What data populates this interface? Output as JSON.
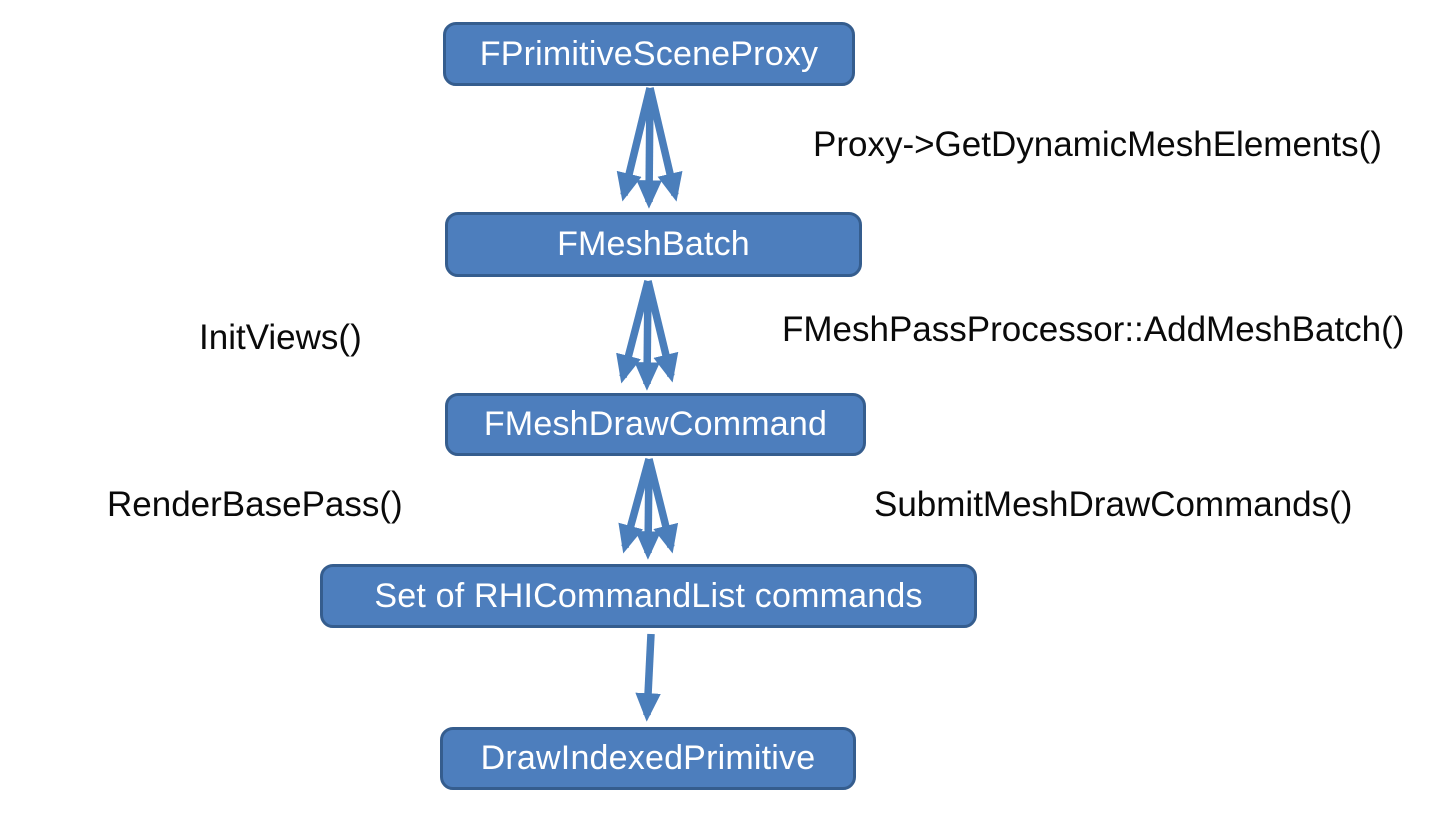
{
  "diagram": {
    "description": "Mesh drawing pipeline flow diagram",
    "colors": {
      "node_fill": "#4d7ebd",
      "node_border": "#355d8e",
      "node_text": "#ffffff",
      "arrow": "#4a7ebb",
      "label_text": "#0a0a0a",
      "background": "#ffffff"
    },
    "nodes": [
      {
        "id": "fprimitivesceneproxy",
        "label": "FPrimitiveSceneProxy"
      },
      {
        "id": "fmeshbatch",
        "label": "FMeshBatch"
      },
      {
        "id": "fmeshdrawcommand",
        "label": "FMeshDrawCommand"
      },
      {
        "id": "rhicommandlist-commands",
        "label": "Set of RHICommandList commands"
      },
      {
        "id": "drawindexedprimitive",
        "label": "DrawIndexedPrimitive"
      }
    ],
    "edge_labels": [
      {
        "id": "get-dynamic-mesh-elements",
        "text": "Proxy->GetDynamicMeshElements()",
        "side": "right"
      },
      {
        "id": "init-views",
        "text": "InitViews()",
        "side": "left"
      },
      {
        "id": "add-mesh-batch",
        "text": "FMeshPassProcessor::AddMeshBatch()",
        "side": "right"
      },
      {
        "id": "render-base-pass",
        "text": "RenderBasePass()",
        "side": "left"
      },
      {
        "id": "submit-mesh-draw-commands",
        "text": "SubmitMeshDrawCommands()",
        "side": "right"
      }
    ],
    "connections": [
      {
        "from": "FPrimitiveSceneProxy",
        "to": "FMeshBatch",
        "style": "triple-fan",
        "label_right": "Proxy->GetDynamicMeshElements()"
      },
      {
        "from": "FMeshBatch",
        "to": "FMeshDrawCommand",
        "style": "triple-fan",
        "label_left": "InitViews()",
        "label_right": "FMeshPassProcessor::AddMeshBatch()"
      },
      {
        "from": "FMeshDrawCommand",
        "to": "Set of RHICommandList commands",
        "style": "triple-fan",
        "label_left": "RenderBasePass()",
        "label_right": "SubmitMeshDrawCommands()"
      },
      {
        "from": "Set of RHICommandList commands",
        "to": "DrawIndexedPrimitive",
        "style": "single"
      }
    ]
  }
}
